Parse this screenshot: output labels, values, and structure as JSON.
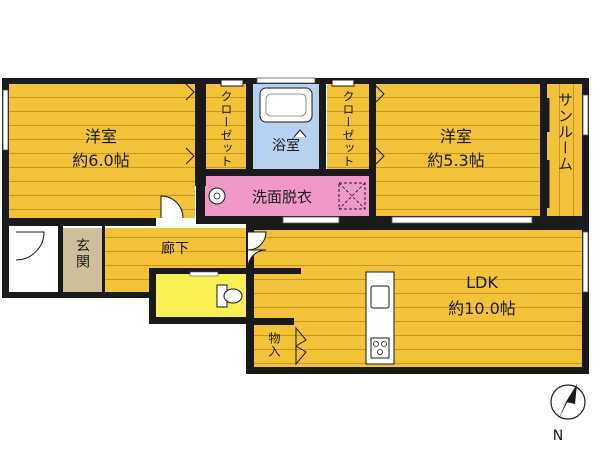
{
  "rooms": {
    "western_left": {
      "name": "洋室",
      "size": "約6.0帖"
    },
    "closet_left": {
      "name": "クローゼット"
    },
    "bathroom": {
      "name": "浴室"
    },
    "closet_right": {
      "name": "クローゼット"
    },
    "western_right": {
      "name": "洋室",
      "size": "約5.3帖"
    },
    "sunroom": {
      "name": "サンルーム"
    },
    "washroom": {
      "name": "洗面脱衣"
    },
    "entrance": {
      "name": "玄関"
    },
    "hallway": {
      "name": "廊下"
    },
    "ldk": {
      "name": "LDK",
      "size": "約10.0帖"
    },
    "storage": {
      "name": "物入"
    }
  },
  "compass": {
    "label": "N"
  },
  "colors": {
    "floor": "#f2c238",
    "floor_line": "#c9951d",
    "wall": "#1a1a1a",
    "bathroom": "#b5d3ee",
    "washroom": "#f199c6",
    "toilet": "#f8f055",
    "entrance": "#cdbf99",
    "closet": "#f2c238"
  }
}
